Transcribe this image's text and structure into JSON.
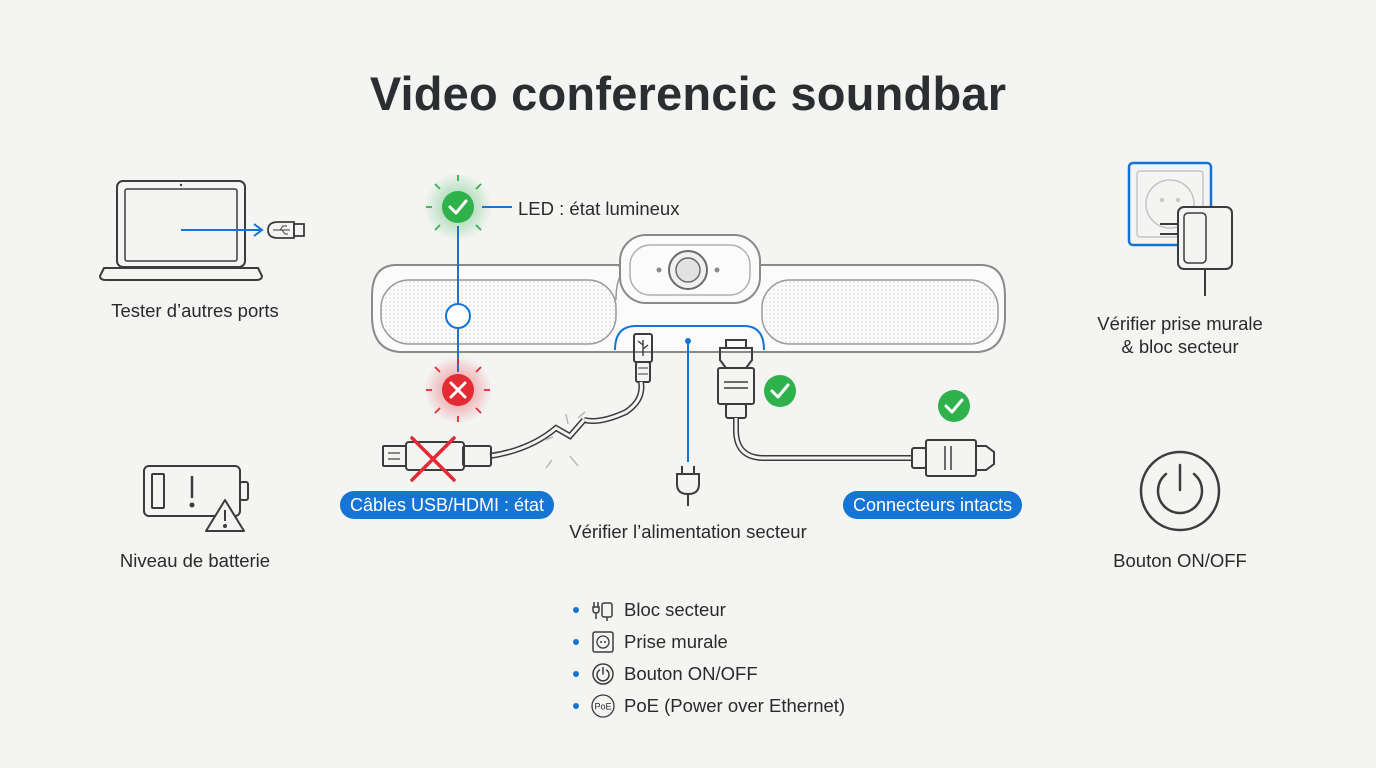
{
  "title": "Video conferencic soundbar",
  "labels": {
    "ports": "Tester d’autres ports",
    "battery": "Niveau de batterie",
    "led": "LED : état lumineux",
    "cables": "Câbles USB/HDMI : état",
    "power": "Vérifier l’alimentation secteur",
    "connectors": "Connecteurs intacts",
    "wall_line1": "Vérifier prise murale",
    "wall_line2": "& bloc secteur",
    "onoff": "Bouton ON/OFF"
  },
  "legend": [
    {
      "icon": "power-adapter-icon",
      "label": "Bloc secteur"
    },
    {
      "icon": "wall-socket-icon",
      "label": "Prise murale"
    },
    {
      "icon": "power-button-icon",
      "label": "Bouton ON/OFF"
    },
    {
      "icon": "poe-icon",
      "label": "PoE (Power over Ethernet)",
      "badge": "PoE"
    }
  ],
  "colors": {
    "accent": "#1574d4",
    "ok": "#2fb24c",
    "error": "#e42b33",
    "line": "#3c3c3c"
  }
}
